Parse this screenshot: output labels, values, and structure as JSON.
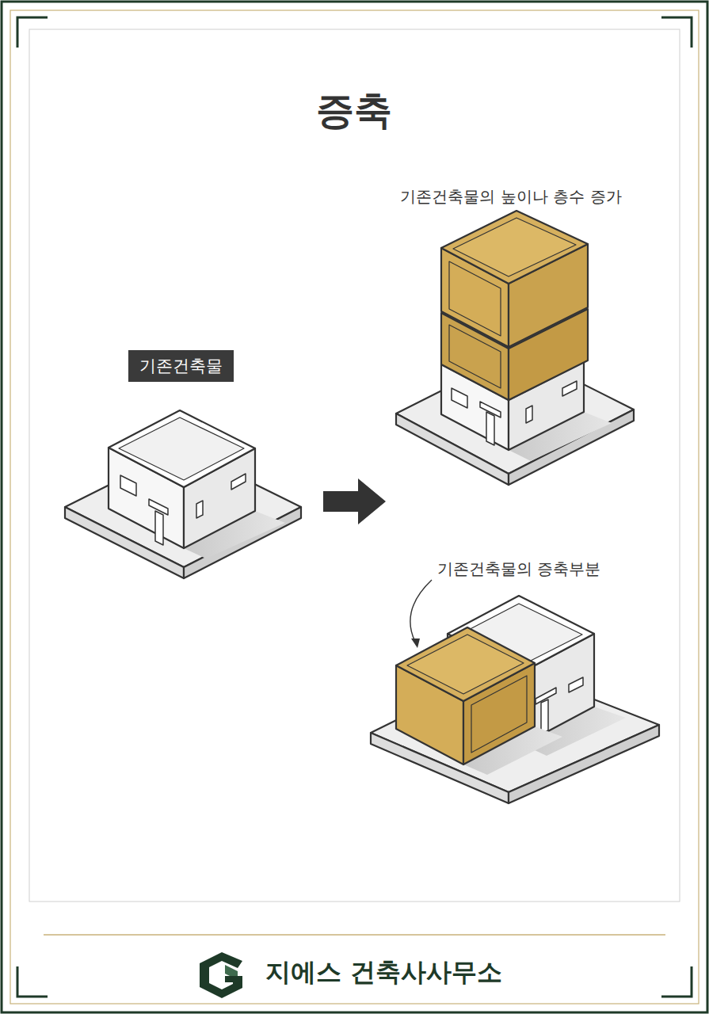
{
  "diagram": {
    "title": "증축",
    "nodes": [
      {
        "text": [
          "기존건축물"
        ]
      }
    ],
    "labels": [
      "기존건축물의 높이나 층수 증가",
      "기존건축물의 증축부분",
      "지에스 건축사사무소"
    ]
  }
}
